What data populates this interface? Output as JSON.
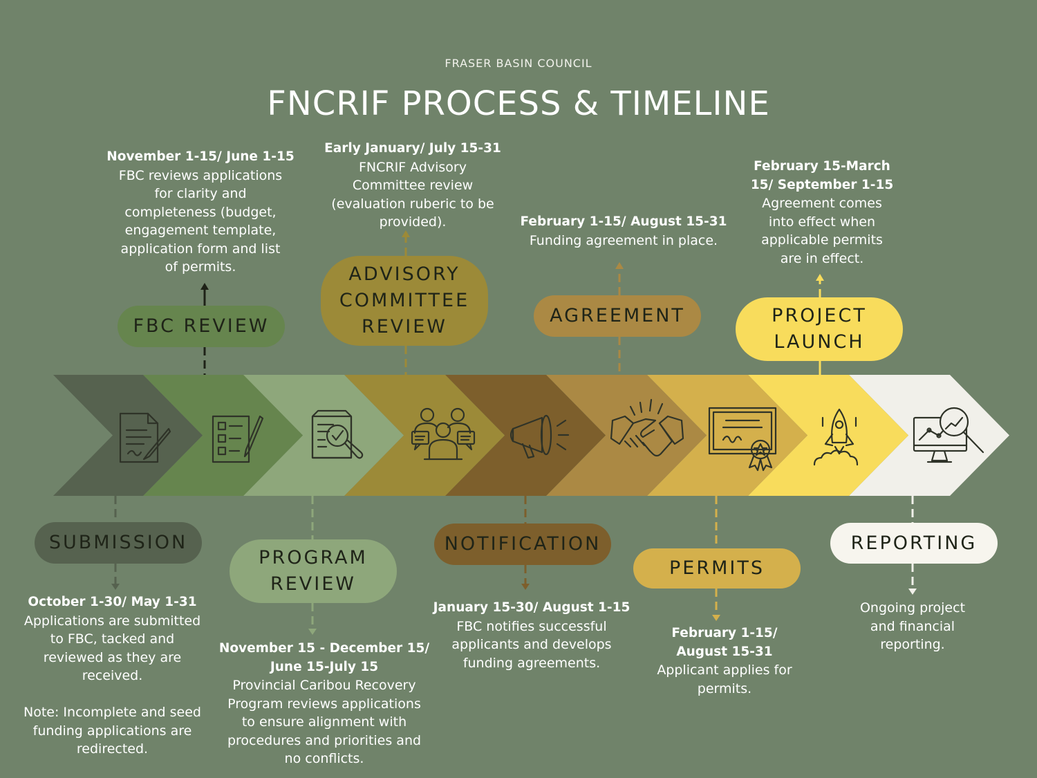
{
  "header": {
    "organization": "FRASER BASIN COUNCIL",
    "title": "FNCRIF PROCESS & TIMELINE"
  },
  "colors": {
    "background": "#70836a",
    "segments": [
      "#56624f",
      "#66854e",
      "#8ea77b",
      "#9c8a38",
      "#7d5f2c",
      "#ab8944",
      "#d4b04c",
      "#f8dc5c",
      "#f1f0ea"
    ]
  },
  "stages": [
    {
      "id": "submission",
      "label": "SUBMISSION",
      "icon": "document-signature-icon",
      "date": "October 1-30/ May 1-31",
      "text": "Applications are submitted\nto FBC, tacked and\nreviewed as they are\nreceived.\n\nNote: Incomplete and seed\nfunding  applications are\nredirected."
    },
    {
      "id": "fbc-review",
      "label": "FBC REVIEW",
      "icon": "checklist-icon",
      "date": "November 1-15/ June 1-15",
      "text": "FBC reviews applications\nfor clarity and\ncompleteness (budget,\nengagement template,\napplication form and list\nof permits."
    },
    {
      "id": "program-review",
      "label": "PROGRAM\nREVIEW",
      "icon": "document-search-icon",
      "date": "November 15 - December 15/\nJune 15-July 15",
      "text": "Provincial Caribou Recovery\nProgram reviews applications\nto ensure alignment with\nprocedures and priorities and\nno conflicts."
    },
    {
      "id": "advisory-review",
      "label": "ADVISORY\nCOMMITTEE\nREVIEW",
      "icon": "committee-icon",
      "date": "Early January/ July 15-31",
      "text": "FNCRIF Advisory\nCommittee review\n(evaluation ruberic to be\nprovided)."
    },
    {
      "id": "notification",
      "label": "NOTIFICATION",
      "icon": "megaphone-icon",
      "date": "January 15-30/ August 1-15",
      "text": "FBC notifies successful\napplicants and develops\nfunding agreements."
    },
    {
      "id": "agreement",
      "label": "AGREEMENT",
      "icon": "handshake-icon",
      "date": "February 1-15/ August 15-31",
      "text": "Funding agreement in place."
    },
    {
      "id": "permits",
      "label": "PERMITS",
      "icon": "certificate-icon",
      "date": "February 1-15/\nAugust 15-31",
      "text": "Applicant applies for\npermits."
    },
    {
      "id": "project-launch",
      "label": "PROJECT\nLAUNCH",
      "icon": "rocket-icon",
      "date": "February 15-March\n15/ September 1-15",
      "text": "Agreement comes\ninto effect when\napplicable permits\nare in effect."
    },
    {
      "id": "reporting",
      "label": "REPORTING",
      "icon": "analytics-monitor-icon",
      "date": "",
      "text": "Ongoing project\nand financial\nreporting."
    }
  ]
}
